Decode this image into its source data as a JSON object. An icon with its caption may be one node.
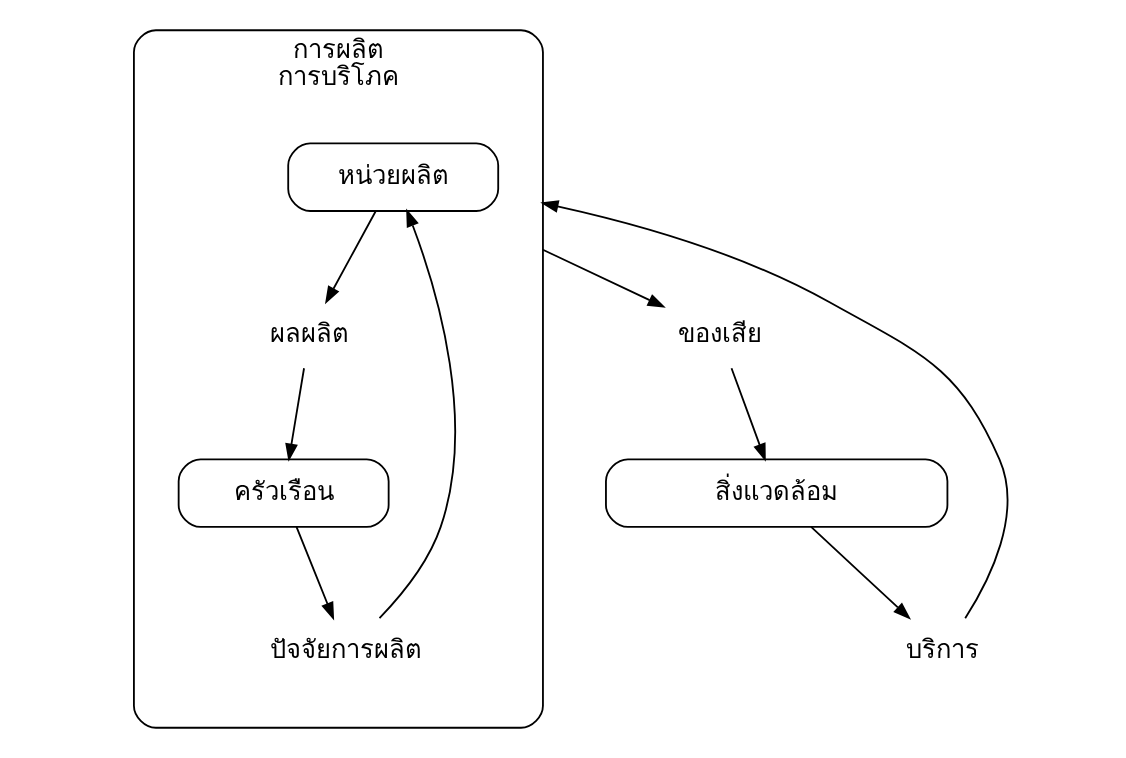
{
  "diagram": {
    "nodes": [
      {
        "text": [
          "การผลิต",
          "การบริโภค"
        ]
      },
      {
        "text": [
          "หน่วยผลิต"
        ],
        "in": 0
      },
      {
        "text": [
          "ผลผลิต"
        ],
        "in": 0
      },
      {
        "text": [
          "ครัวเรือน"
        ],
        "in": 0
      },
      {
        "text": [
          "ปัจจัยการผลิต"
        ],
        "in": 0
      },
      {
        "text": [
          "บริการ"
        ]
      },
      {
        "text": [
          "ของเสีย"
        ]
      },
      {
        "text": [
          "สิ่งแวดล้อม"
        ]
      }
    ],
    "edges": [
      {
        "from": 1,
        "to": 2,
        "arrow": "to"
      },
      {
        "from": 2,
        "to": 3,
        "arrow": "to"
      },
      {
        "from": 3,
        "to": 4,
        "arrow": "to"
      },
      {
        "from": 4,
        "to": 1,
        "arrow": "to"
      },
      {
        "from": 0,
        "to": 6,
        "arrow": "to"
      },
      {
        "from": 6,
        "to": 7,
        "arrow": "to"
      },
      {
        "from": 7,
        "to": 5,
        "arrow": "to"
      },
      {
        "from": 5,
        "to": 0,
        "arrow": "to"
      }
    ]
  }
}
